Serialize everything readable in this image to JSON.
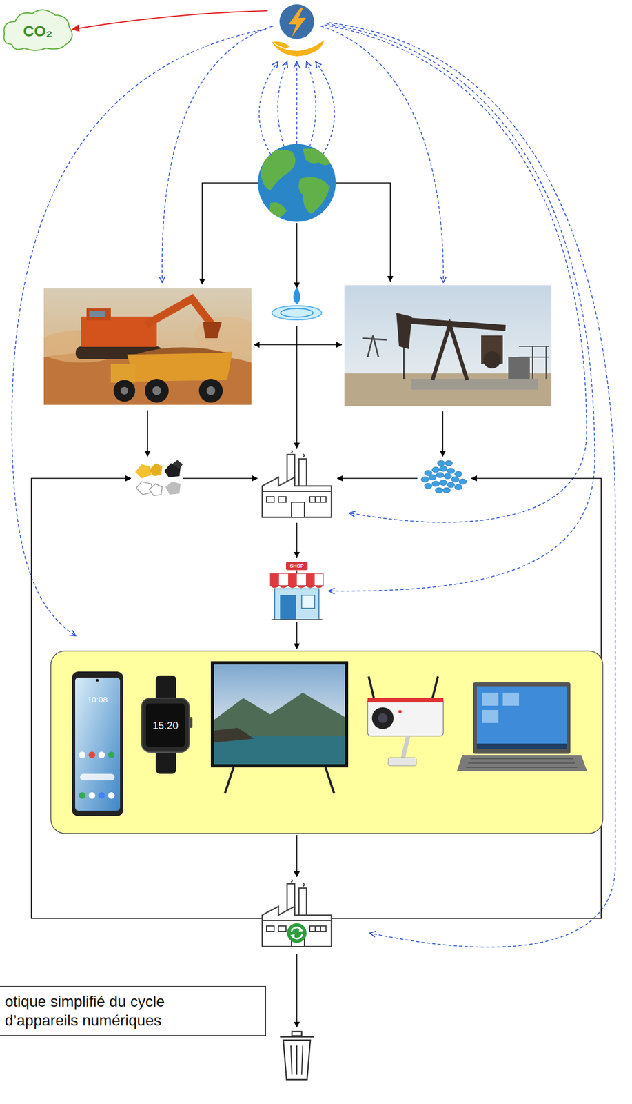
{
  "diagram": {
    "caption": "otique simplifié du cycle d’appareils numériques",
    "labels": [
      "CO₂",
      "SHOP",
      "10:08",
      "15:20"
    ]
  }
}
